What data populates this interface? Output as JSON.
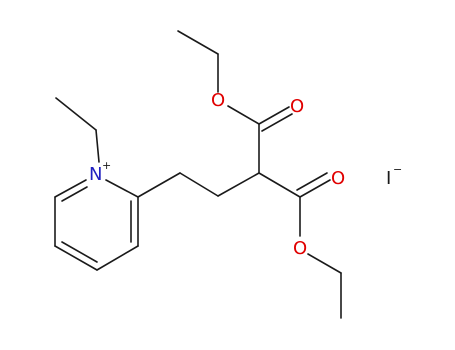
{
  "structure": {
    "atoms": {
      "nitrogen": "N",
      "nitrogen_charge": "+",
      "ester_upper_ether_oxygen": "O",
      "ester_upper_carbonyl_oxygen": "O",
      "ester_lower_carbonyl_oxygen": "O",
      "ester_lower_ether_oxygen": "O"
    },
    "counterion": {
      "symbol": "I",
      "charge": "−"
    }
  },
  "colors": {
    "bond": "#1a1a1a",
    "oxygen": "#e00000",
    "nitrogen": "#2020c0",
    "text": "#1a1a1a"
  }
}
